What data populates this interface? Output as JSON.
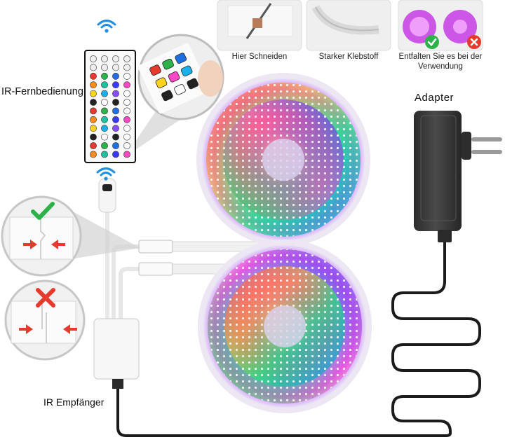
{
  "labels": {
    "remote": "IR-Fernbedienung",
    "receiver": "IR Empfänger",
    "adapter": "Adapter"
  },
  "captions": {
    "cut": "Hier Schneiden",
    "adhesive": "Starker Klebstoff",
    "unfold": "Entfalten Sie es bei der Verwendung"
  },
  "icons": {
    "wifi": "wifi-signal-icon",
    "check": "check-mark-icon",
    "cross": "cross-mark-icon",
    "arrow": "arrow-icon"
  },
  "colors": {
    "check_green": "#2db24a",
    "cross_red": "#e63a2e",
    "wifi_blue": "#1f8fe0",
    "cable_black": "#1b1b1b"
  }
}
